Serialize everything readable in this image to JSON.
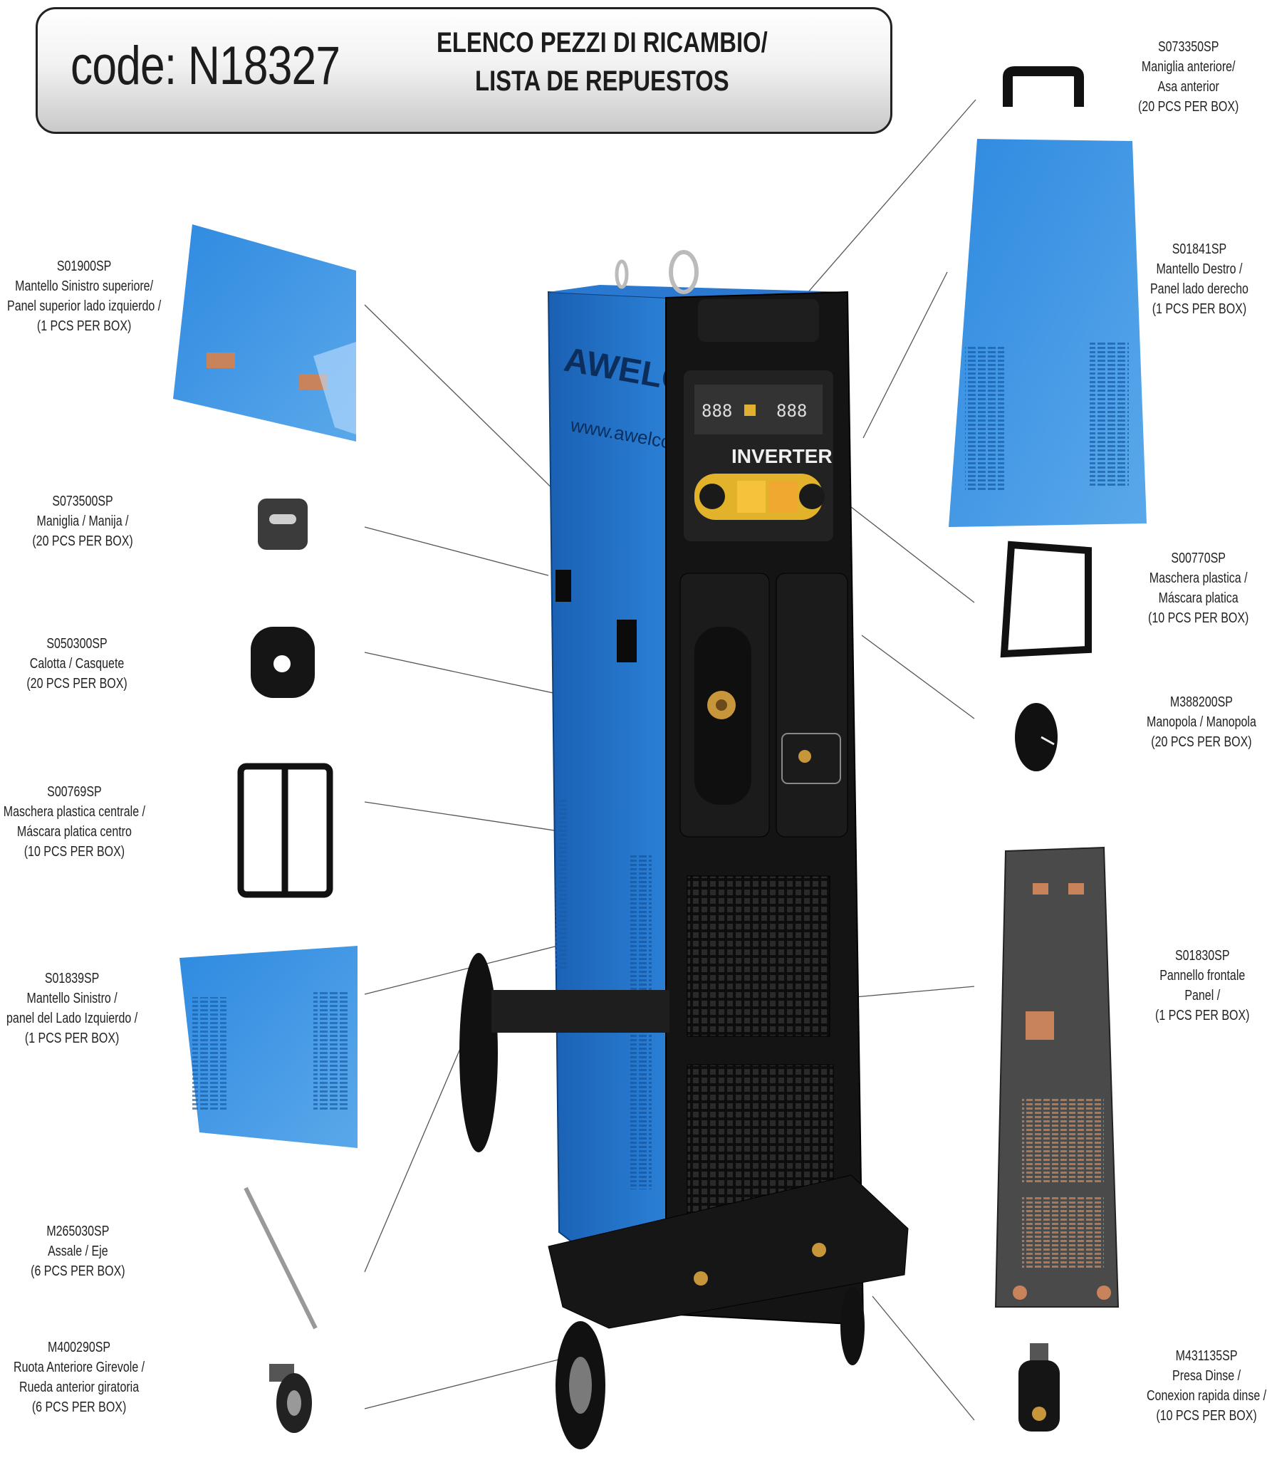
{
  "header": {
    "code": "code: N18327",
    "title_line1": "ELENCO PEZZI DI RICAMBIO/",
    "title_line2": "LISTA DE REPUESTOS"
  },
  "machine": {
    "brand": "AWELCO",
    "website": "www.awelco.com",
    "panel_label": "INVERTER"
  },
  "parts_left": [
    {
      "code": "S01900SP",
      "lines": [
        "Mantello Sinistro superiore/",
        "Panel superior lado izquierdo /",
        "(1 PCS PER BOX)"
      ]
    },
    {
      "code": "S073500SP",
      "lines": [
        "Maniglia / Manija /",
        "(20 PCS PER BOX)"
      ]
    },
    {
      "code": "S050300SP",
      "lines": [
        "Calotta / Casquete",
        "(20 PCS PER BOX)"
      ]
    },
    {
      "code": "S00769SP",
      "lines": [
        "Maschera plastica centrale /",
        "Máscara platica centro",
        "(10 PCS PER BOX)"
      ]
    },
    {
      "code": "S01839SP",
      "lines": [
        "Mantello Sinistro /",
        "panel del Lado Izquierdo /",
        "(1 PCS PER BOX)"
      ]
    },
    {
      "code": "M265030SP",
      "lines": [
        "Assale / Eje",
        "(6 PCS PER BOX)"
      ]
    },
    {
      "code": "M400290SP",
      "lines": [
        "Ruota Anteriore Girevole /",
        "Rueda anterior giratoria",
        "(6 PCS PER BOX)"
      ]
    }
  ],
  "parts_right": [
    {
      "code": "S073350SP",
      "lines": [
        "Maniglia anteriore/",
        "Asa anterior",
        "(20 PCS PER BOX)"
      ]
    },
    {
      "code": "S01841SP",
      "lines": [
        "Mantello Destro /",
        "Panel lado derecho",
        "(1 PCS PER BOX)"
      ]
    },
    {
      "code": "S00770SP",
      "lines": [
        "Maschera plastica /",
        "Máscara platica",
        "(10 PCS PER BOX)"
      ]
    },
    {
      "code": "M388200SP",
      "lines": [
        "Manopola / Manopola",
        "(20 PCS PER BOX)"
      ]
    },
    {
      "code": "S01830SP",
      "lines": [
        "Pannello frontale",
        "Panel /",
        "(1 PCS PER BOX)"
      ]
    },
    {
      "code": "M431135SP",
      "lines": [
        "Presa Dinse /",
        "Conexion rapida dinse /",
        "(10 PCS PER BOX)"
      ]
    }
  ],
  "colors": {
    "panel_blue": "#3a93dd",
    "machine_blue": "#1f6fc4",
    "black": "#141414",
    "copper": "#c9835a"
  }
}
